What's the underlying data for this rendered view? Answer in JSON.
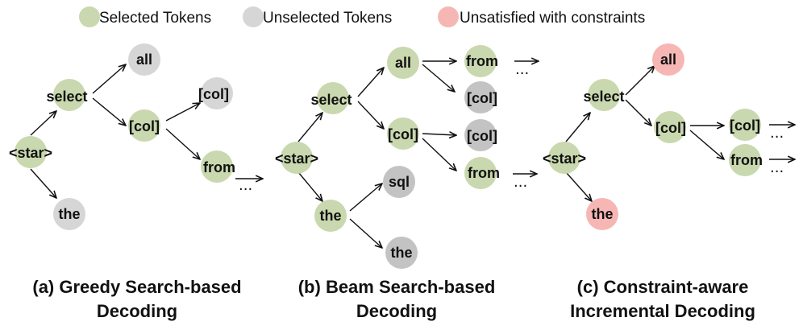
{
  "colors": {
    "selected": "#c9d8ae",
    "unselected": "#d6d6d6",
    "unselected_dark": "#c3c3c3",
    "unsatisfied": "#f6b7b4"
  },
  "legend": {
    "selected": "Selected Tokens",
    "unselected": "Unselected Tokens",
    "unsatisfied": "Unsatisfied with constraints"
  },
  "ellipsis": "...",
  "panel_a": {
    "caption_line1": "(a) Greedy Search-based",
    "caption_line2": "Decoding",
    "tokens": {
      "star": "<star>",
      "select": "select",
      "the": "the",
      "all": "all",
      "col": "[col]",
      "col2": "[col]",
      "from": "from"
    }
  },
  "panel_b": {
    "caption_line1": "(b) Beam Search-based",
    "caption_line2": "Decoding",
    "tokens": {
      "star": "<star>",
      "select": "select",
      "the": "the",
      "all": "all",
      "col": "[col]",
      "sql": "sql",
      "the2": "the",
      "from1": "from",
      "col_a": "[col]",
      "col_b": "[col]",
      "from2": "from"
    }
  },
  "panel_c": {
    "caption_line1": "(c) Constraint-aware",
    "caption_line2": "Incremental Decoding",
    "tokens": {
      "star": "<star>",
      "select": "select",
      "the": "the",
      "all": "all",
      "col": "[col]",
      "col2": "[col]",
      "from": "from"
    }
  }
}
